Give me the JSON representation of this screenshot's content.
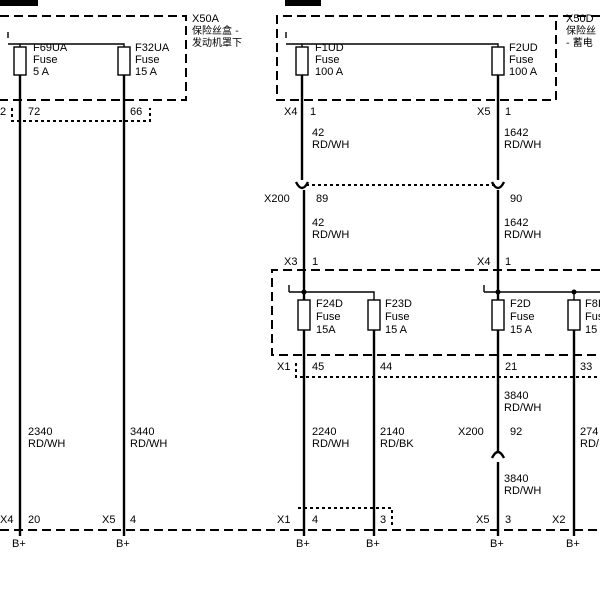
{
  "boxes": {
    "x50a": {
      "id": "X50A",
      "line1": "保险丝盒 -",
      "line2": "发动机罩下"
    },
    "x50d": {
      "id": "X50D",
      "line1": "保险丝",
      "line2": "- 蓄电"
    }
  },
  "fuses": {
    "f69ua": {
      "name": "F69UA",
      "type": "Fuse",
      "rating": "5 A"
    },
    "f32ua": {
      "name": "F32UA",
      "type": "Fuse",
      "rating": "15 A"
    },
    "f1ud": {
      "name": "F1UD",
      "type": "Fuse",
      "rating": "100 A"
    },
    "f2ud": {
      "name": "F2UD",
      "type": "Fuse",
      "rating": "100 A"
    },
    "f24d": {
      "name": "F24D",
      "type": "Fuse",
      "rating": "15A"
    },
    "f23d": {
      "name": "F23D",
      "type": "Fuse",
      "rating": "15 A"
    },
    "f2d": {
      "name": "F2D",
      "type": "Fuse",
      "rating": "15 A"
    },
    "f8d": {
      "name": "F8I",
      "type": "Fuse",
      "rating": "15"
    }
  },
  "pins": {
    "p2": "2",
    "p72": "72",
    "p66": "66",
    "x4_top": "X4",
    "p1_x4": "1",
    "x5_top": "X5",
    "p1_x5": "1",
    "x200a": "X200",
    "p89": "89",
    "p90": "90",
    "x3": "X3",
    "p1_x3": "1",
    "x4_mid": "X4",
    "p1_x4mid": "1",
    "x1_mid": "X1",
    "p45": "45",
    "p44": "44",
    "p21": "21",
    "p33": "33",
    "x200b": "X200",
    "p92": "92",
    "x4_bot": "X4",
    "p20": "20",
    "x5_bot": "X5",
    "p4": "4",
    "x1_bot": "X1",
    "p4b": "4",
    "p3": "3",
    "x5_bot2": "X5",
    "p3b": "3",
    "x2_bot": "X2"
  },
  "wires": {
    "w42a": {
      "num": "42",
      "color": "RD/WH"
    },
    "w1642a": {
      "num": "1642",
      "color": "RD/WH"
    },
    "w42b": {
      "num": "42",
      "color": "RD/WH"
    },
    "w1642b": {
      "num": "1642",
      "color": "RD/WH"
    },
    "w3840a": {
      "num": "3840",
      "color": "RD/WH"
    },
    "w2340": {
      "num": "2340",
      "color": "RD/WH"
    },
    "w3440": {
      "num": "3440",
      "color": "RD/WH"
    },
    "w2240": {
      "num": "2240",
      "color": "RD/WH"
    },
    "w2140": {
      "num": "2140",
      "color": "RD/BK"
    },
    "w3840b": {
      "num": "3840",
      "color": "RD/WH"
    },
    "w274": {
      "num": "274",
      "color": "RD/"
    }
  },
  "terminals": {
    "b1": "B+",
    "b2": "B+",
    "b3": "B+",
    "b4": "B+",
    "b5": "B+",
    "b6": "B+"
  }
}
